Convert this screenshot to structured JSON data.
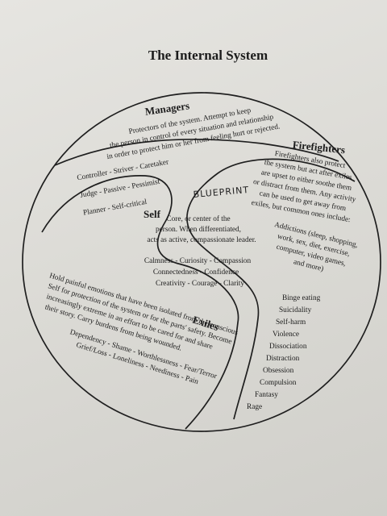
{
  "title": "The Internal System",
  "handwritten_note": "BLUEPRINT",
  "managers": {
    "heading": "Managers",
    "description": [
      "Protectors of the system. Attempt to keep",
      "the person in control of every situation and relationship",
      "in order to protect him or her from feeling hurt or rejected."
    ],
    "roles": [
      "Controller - Striver - Caretaker",
      "Judge - Passive - Pessimist",
      "Planner - Self-critical"
    ]
  },
  "firefighters": {
    "heading": "Firefighters",
    "description": [
      "Firefighters also protect",
      "the system but act after exiles",
      "are upset to either soothe them",
      "or distract from them. Any activity",
      "can be used to get away from",
      "exiles, but common ones include:"
    ],
    "addictions": [
      "Addictions (sleep, shopping,",
      "work, sex, diet, exercise,",
      "computer, video games,",
      "and more)"
    ],
    "behaviors": [
      "Binge eating",
      "Suicidality",
      "Self-harm",
      "Violence",
      "Dissociation",
      "Distraction",
      "Obsession",
      "Compulsion",
      "Fantasy",
      "Rage"
    ]
  },
  "self": {
    "heading": "Self",
    "description": [
      "Core, or center of the",
      "person. When differentiated,",
      "acts as active, compassionate leader."
    ],
    "qualities": [
      "Calmness - Curiosity - Compassion",
      "Connectedness - Confidence",
      "Creativity - Courage - Clarity"
    ]
  },
  "exiles": {
    "heading": "Exiles",
    "description": [
      "Hold painful emotions that have been isolated from the conscious",
      "Self for protection of the system or for the parts' safety. Become",
      "increasingly extreme in an effort to be cared for and share",
      "their story. Carry burdens from being wounded."
    ],
    "burdens": [
      "Dependency - Shame - Worthlessness - Fear/Terror",
      "Grief/Loss - Loneliness - Neediness - Pain"
    ]
  }
}
